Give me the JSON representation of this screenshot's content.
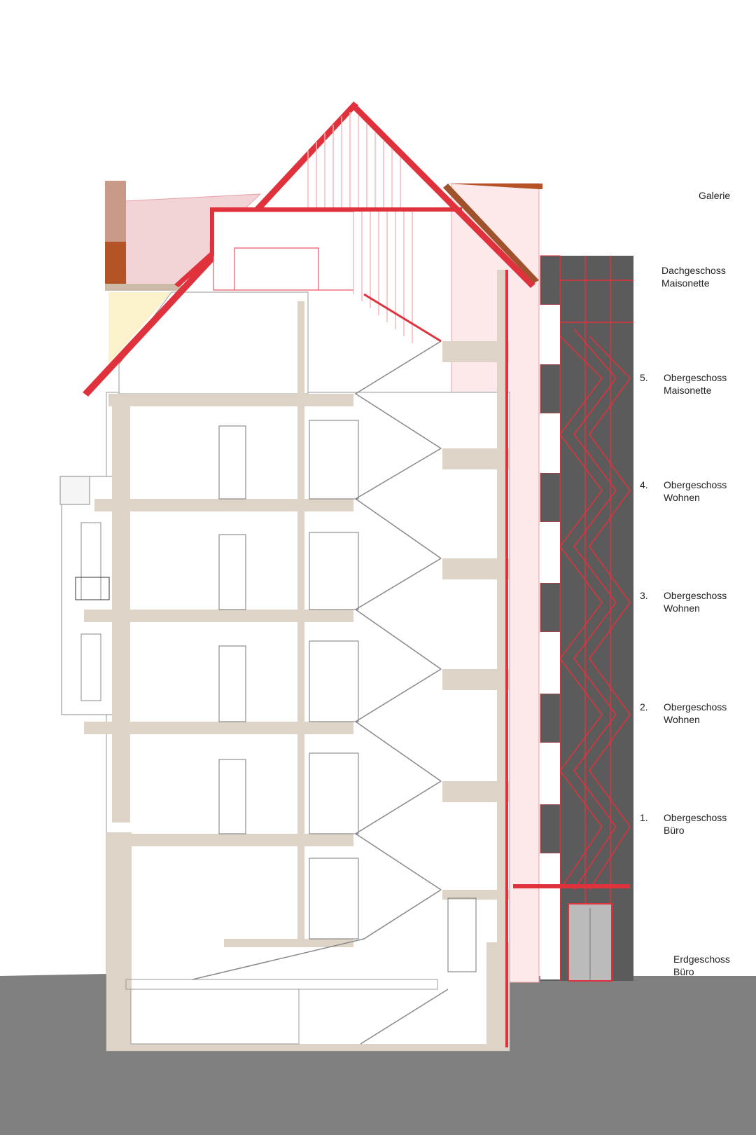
{
  "floors": [
    {
      "id": "galerie",
      "number": "",
      "name": "Galerie",
      "use": ""
    },
    {
      "id": "dachgeschoss",
      "number": "",
      "name": "Dachgeschoss",
      "use": "Maisonette"
    },
    {
      "id": "og5",
      "number": "5.",
      "name": "Obergeschoss",
      "use": "Maisonette"
    },
    {
      "id": "og4",
      "number": "4.",
      "name": "Obergeschoss",
      "use": "Wohnen"
    },
    {
      "id": "og3",
      "number": "3.",
      "name": "Obergeschoss",
      "use": "Wohnen"
    },
    {
      "id": "og2",
      "number": "2.",
      "name": "Obergeschoss",
      "use": "Wohnen"
    },
    {
      "id": "og1",
      "number": "1.",
      "name": "Obergeschoss",
      "use": "Büro"
    },
    {
      "id": "erdgeschoss",
      "number": "",
      "name": "Erdgeschoss",
      "use": "Büro"
    }
  ],
  "colors": {
    "ground": "#808080",
    "slab": "#ddd3c6",
    "new_construction": "#e0323c",
    "light_red": "#f5b8bc",
    "facade_dark": "#5b5b5b",
    "existing_roof": "#f2d4d6",
    "chimney_top": "#c99a88",
    "chimney_bottom": "#b45426",
    "gable_cream": "#fbf2cc",
    "annex_pink": "#fde9ea"
  }
}
